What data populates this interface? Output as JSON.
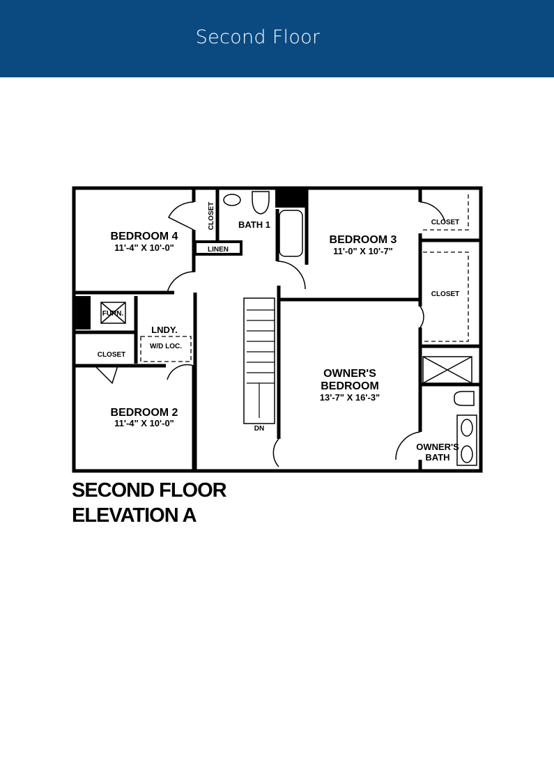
{
  "header": {
    "title": "Second Floor",
    "background": "#0b4a80"
  },
  "plan": {
    "rooms": {
      "bedroom4": {
        "name": "BEDROOM 4",
        "dims": "11'-4\" X 10'-0\""
      },
      "bedroom3": {
        "name": "BEDROOM 3",
        "dims": "11'-0\" X 10'-7\""
      },
      "bedroom2": {
        "name": "BEDROOM 2",
        "dims": "11'-4\" X 10'-0\""
      },
      "owners_bedroom": {
        "name_line1": "OWNER'S",
        "name_line2": "BEDROOM",
        "dims": "13'-7\" X 16'-3\""
      },
      "owners_bath": {
        "line1": "OWNER'S",
        "line2": "BATH"
      },
      "bath1": "BATH 1",
      "linen": "LINEN",
      "closet_hall": "CLOSET",
      "closet_bed3": "CLOSET",
      "closet_owner": "CLOSET",
      "closet_bed2": "CLOSET",
      "furnace": "FURN.",
      "laundry": "LNDY.",
      "wd": "W/D LOC.",
      "stairs": "DN"
    }
  },
  "caption": {
    "line1": "SECOND FLOOR",
    "line2": "ELEVATION A"
  }
}
